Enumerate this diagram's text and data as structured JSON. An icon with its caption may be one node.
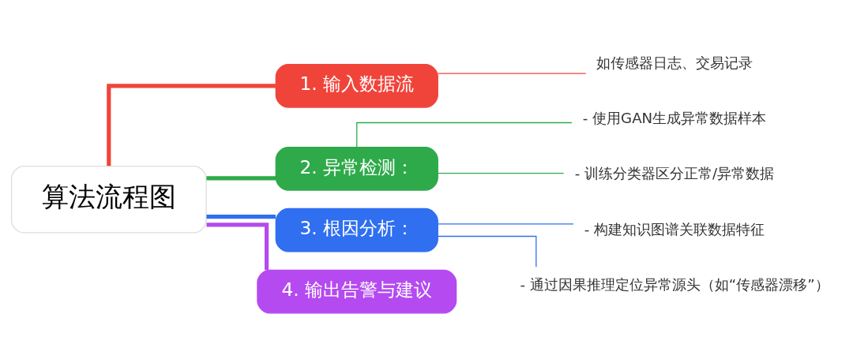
{
  "diagram": {
    "nodes": [
      {
        "text": [
          "算法流程图"
        ]
      },
      {
        "text": [
          "1. 输入数据流"
        ]
      },
      {
        "text": [
          "2. 异常检测："
        ]
      },
      {
        "text": [
          "3. 根因分析："
        ]
      },
      {
        "text": [
          "4. 输出告警与建议"
        ]
      },
      {
        "text": [
          "如传感器日志、交易记录"
        ]
      },
      {
        "text": [
          "- 使用GAN生成异常数据样本"
        ]
      },
      {
        "text": [
          "- 训练分类器区分正常/异常数据"
        ]
      },
      {
        "text": [
          "- 构建知识图谱关联数据特征"
        ]
      },
      {
        "text": [
          "- 通过因果推理定位异常源头（如“传感器漂移”）"
        ]
      }
    ],
    "edges": [
      {
        "from": 0,
        "to": 1,
        "arrow": "none",
        "style": "thick",
        "color": "#f0443a"
      },
      {
        "from": 0,
        "to": 2,
        "arrow": "none",
        "style": "thick",
        "color": "#2eaa4a"
      },
      {
        "from": 0,
        "to": 3,
        "arrow": "none",
        "style": "thick",
        "color": "#2f6ff0"
      },
      {
        "from": 0,
        "to": 4,
        "arrow": "none",
        "style": "thick",
        "color": "#b44af0"
      },
      {
        "from": 1,
        "to": 5,
        "arrow": "none",
        "color": "#f0443a"
      },
      {
        "from": 2,
        "to": 6,
        "arrow": "none",
        "color": "#2eaa4a"
      },
      {
        "from": 2,
        "to": 7,
        "arrow": "none",
        "color": "#2eaa4a"
      },
      {
        "from": 3,
        "to": 8,
        "arrow": "none",
        "color": "#2f6ff0"
      },
      {
        "from": 3,
        "to": 9,
        "arrow": "none",
        "color": "#2f6ff0"
      }
    ]
  }
}
